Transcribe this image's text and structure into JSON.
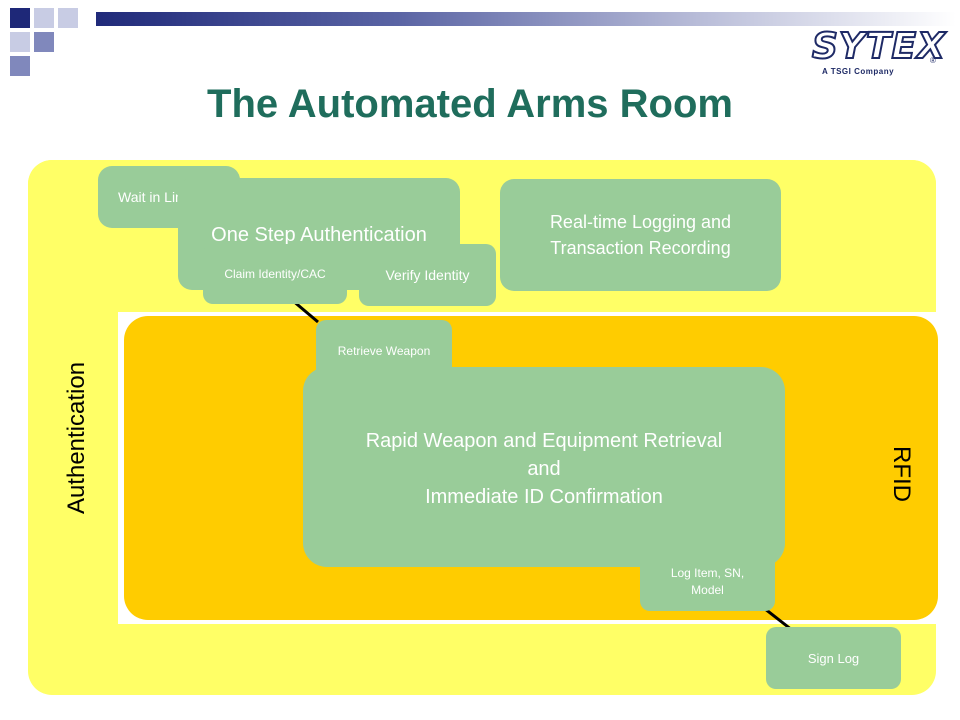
{
  "header": {
    "title": "The Automated Arms Room",
    "logo_text": "SYTEX",
    "logo_registered": "®",
    "logo_subtitle": "A TSGI Company"
  },
  "regions": {
    "authentication_label": "Authentication",
    "rfid_label": "RFID"
  },
  "steps": {
    "wait_in_line": "Wait in Line",
    "one_step_auth": "One Step Authentication",
    "claim_identity": "Claim Identity/CAC",
    "verify_identity": "Verify Identity",
    "realtime_logging": "Real-time Logging and Transaction Recording",
    "retrieve_weapon": "Retrieve Weapon",
    "rapid_retrieval_line1": "Rapid Weapon and Equipment Retrieval",
    "rapid_retrieval_line2": "and",
    "rapid_retrieval_line3": "Immediate ID Confirmation",
    "log_item": "Log Item, SN, Model",
    "sign_log": "Sign Log"
  },
  "colors": {
    "header_title": "#1f6d5c",
    "auth_panel": "#ffff66",
    "rfid_panel": "#ffcc00",
    "step_box": "#99cc99",
    "logo": "#1e2a66"
  }
}
